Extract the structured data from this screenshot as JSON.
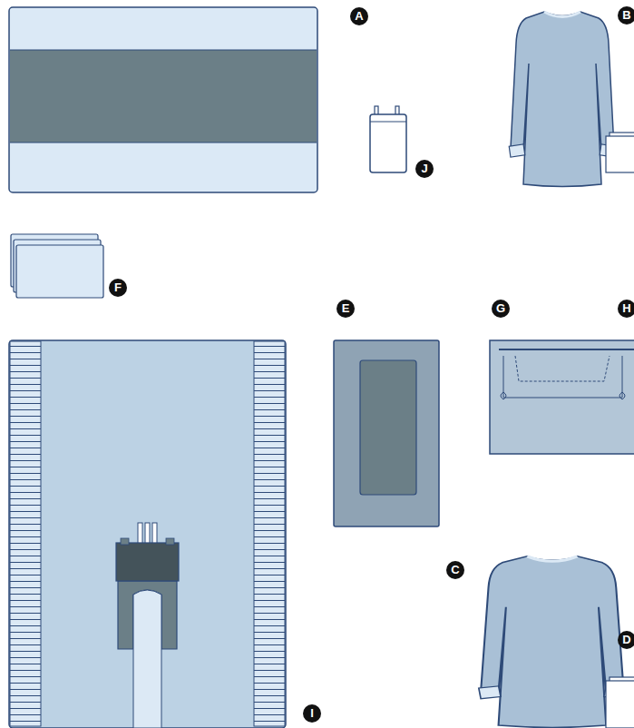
{
  "diagram": {
    "labels": [
      "A",
      "B",
      "J",
      "F",
      "E",
      "G",
      "H",
      "C",
      "D",
      "I"
    ]
  }
}
